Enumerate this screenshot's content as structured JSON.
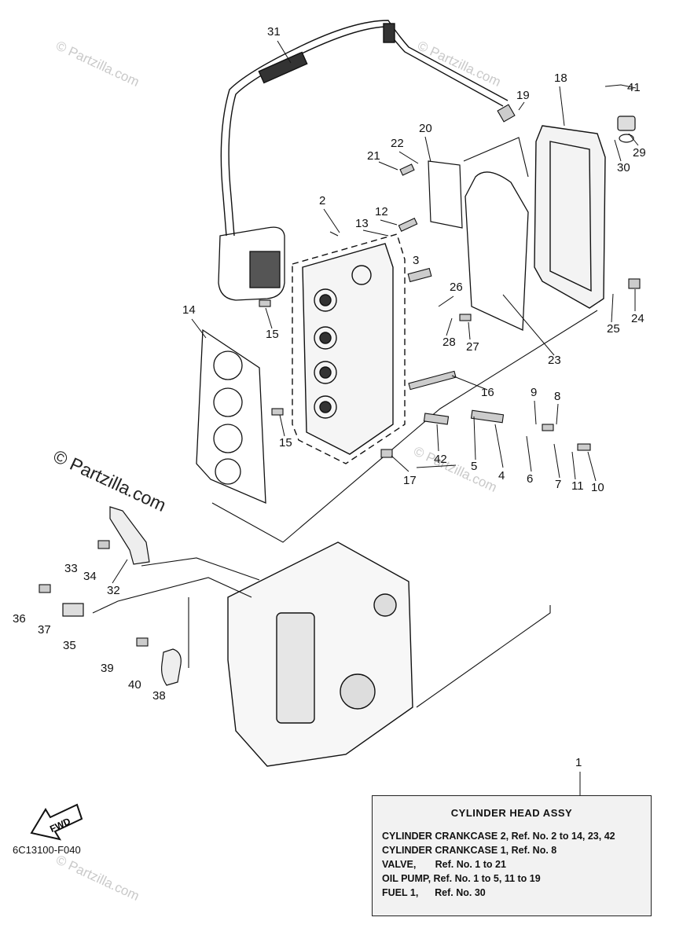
{
  "callouts": [
    {
      "id": "1",
      "label": "1"
    },
    {
      "id": "2",
      "label": "2"
    },
    {
      "id": "3",
      "label": "3"
    },
    {
      "id": "4",
      "label": "4"
    },
    {
      "id": "5",
      "label": "5"
    },
    {
      "id": "6",
      "label": "6"
    },
    {
      "id": "7",
      "label": "7"
    },
    {
      "id": "8",
      "label": "8"
    },
    {
      "id": "9",
      "label": "9"
    },
    {
      "id": "10",
      "label": "10"
    },
    {
      "id": "11",
      "label": "11"
    },
    {
      "id": "12",
      "label": "12"
    },
    {
      "id": "13",
      "label": "13"
    },
    {
      "id": "14",
      "label": "14"
    },
    {
      "id": "15a",
      "label": "15"
    },
    {
      "id": "15b",
      "label": "15"
    },
    {
      "id": "16",
      "label": "16"
    },
    {
      "id": "17",
      "label": "17"
    },
    {
      "id": "18",
      "label": "18"
    },
    {
      "id": "19",
      "label": "19"
    },
    {
      "id": "20",
      "label": "20"
    },
    {
      "id": "21",
      "label": "21"
    },
    {
      "id": "22",
      "label": "22"
    },
    {
      "id": "23",
      "label": "23"
    },
    {
      "id": "24",
      "label": "24"
    },
    {
      "id": "25",
      "label": "25"
    },
    {
      "id": "26",
      "label": "26"
    },
    {
      "id": "27",
      "label": "27"
    },
    {
      "id": "28",
      "label": "28"
    },
    {
      "id": "29",
      "label": "29"
    },
    {
      "id": "30",
      "label": "30"
    },
    {
      "id": "31",
      "label": "31"
    },
    {
      "id": "32",
      "label": "32"
    },
    {
      "id": "33",
      "label": "33"
    },
    {
      "id": "34",
      "label": "34"
    },
    {
      "id": "35",
      "label": "35"
    },
    {
      "id": "36",
      "label": "36"
    },
    {
      "id": "37",
      "label": "37"
    },
    {
      "id": "38",
      "label": "38"
    },
    {
      "id": "39",
      "label": "39"
    },
    {
      "id": "40",
      "label": "40"
    },
    {
      "id": "41",
      "label": "41"
    },
    {
      "id": "42",
      "label": "42"
    }
  ],
  "note": {
    "title": "CYLINDER  HEAD ASSY",
    "lines": [
      "CYLINDER CRANKCASE 2, Ref. No. 2 to 14, 23, 42",
      "CYLINDER CRANKCASE 1, Ref. No. 8",
      "VALVE,       Ref. No. 1 to 21",
      "OIL PUMP, Ref. No. 1 to 5, 11 to 19",
      "FUEL 1,      Ref. No. 30"
    ]
  },
  "diagram_code": "6C13100-F040",
  "fwd_label": "FWD",
  "watermark": {
    "small": "© Partzilla.com",
    "large": "© Partzilla.com"
  }
}
